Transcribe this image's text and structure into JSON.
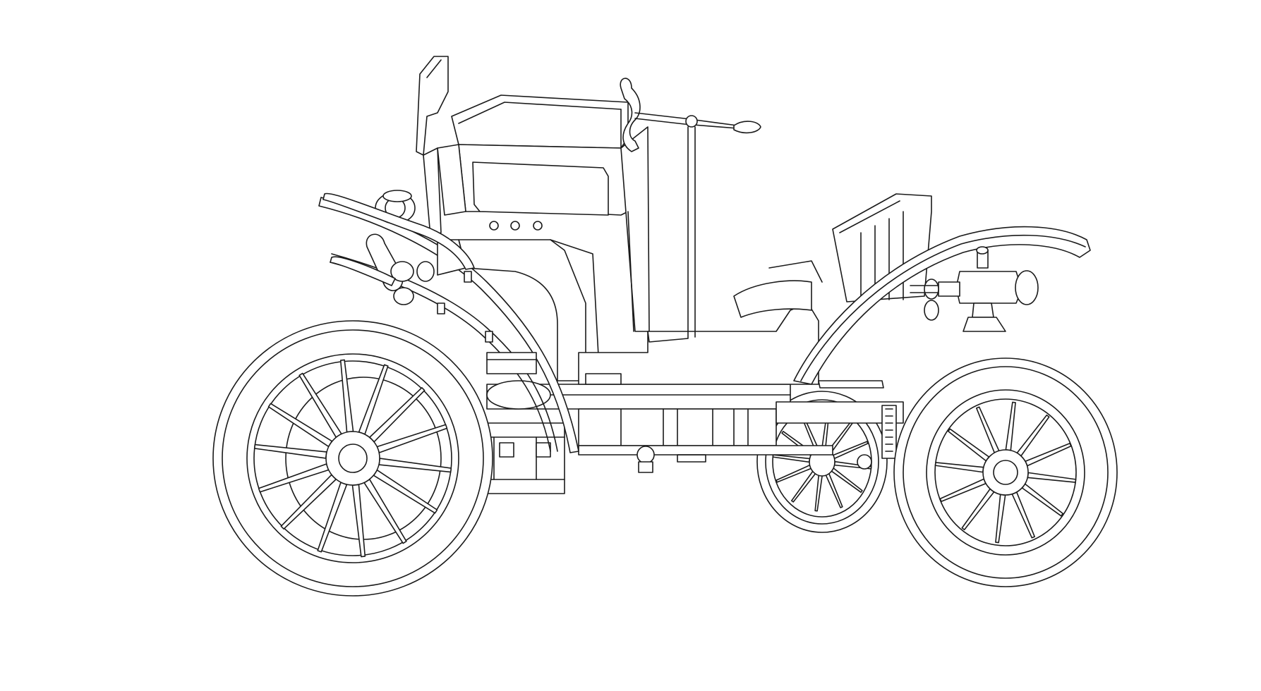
{
  "background_color": "#ffffff",
  "line_color": "#1a1a1a",
  "subject": "vintage-car-line-drawing",
  "wheels": [
    {
      "position": "rear",
      "spokes": 14
    },
    {
      "position": "front",
      "spokes": 12
    },
    {
      "position": "front-far",
      "spokes": 12
    }
  ]
}
